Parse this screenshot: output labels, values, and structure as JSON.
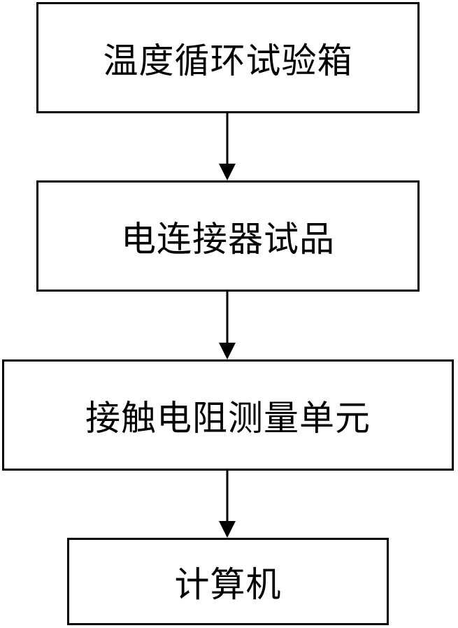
{
  "diagram": {
    "nodes": [
      {
        "id": "temperature-cycling-chamber",
        "label": "温度循环试验箱"
      },
      {
        "id": "connector-specimen",
        "label": "电连接器试品"
      },
      {
        "id": "contact-resistance-unit",
        "label": "接触电阻测量单元"
      },
      {
        "id": "computer",
        "label": "计算机"
      }
    ],
    "edges": [
      {
        "from": "temperature-cycling-chamber",
        "to": "connector-specimen"
      },
      {
        "from": "connector-specimen",
        "to": "contact-resistance-unit"
      },
      {
        "from": "contact-resistance-unit",
        "to": "computer"
      }
    ],
    "colors": {
      "stroke": "#000000",
      "fill": "#ffffff"
    }
  }
}
